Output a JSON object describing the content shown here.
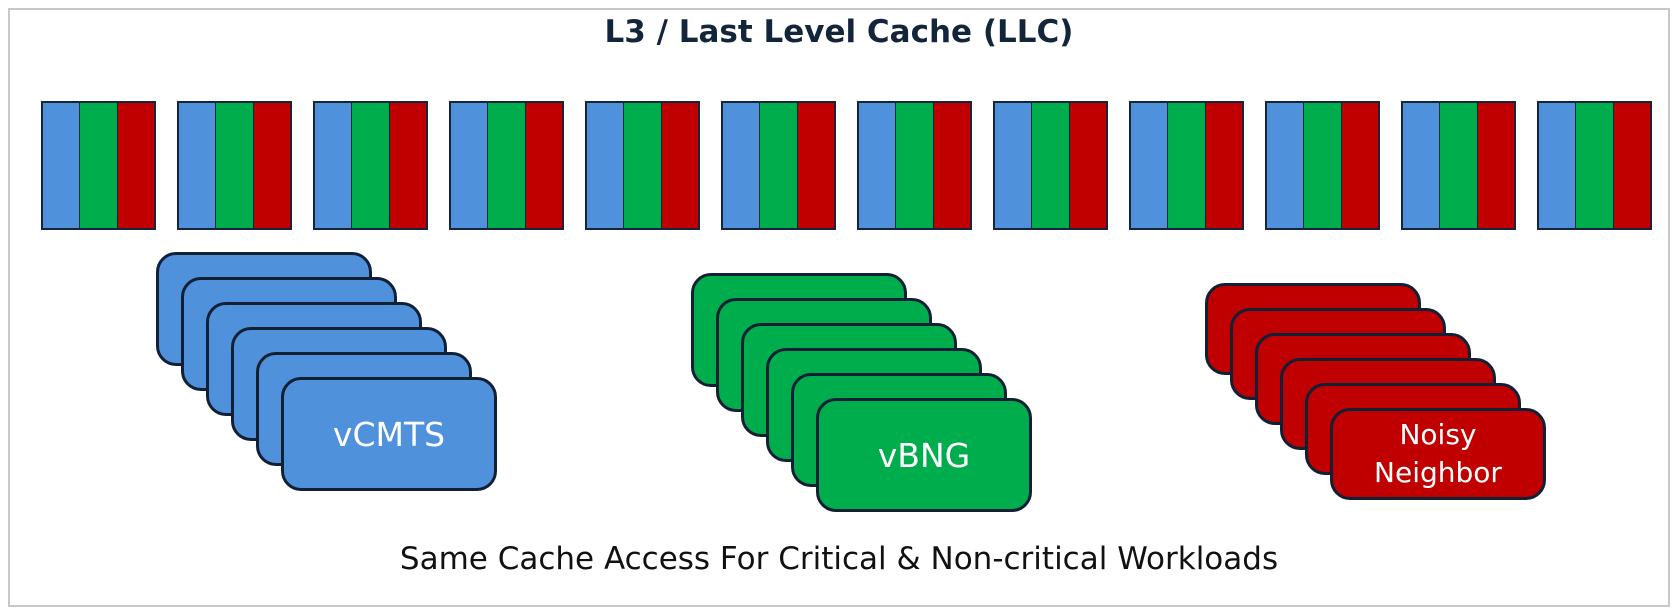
{
  "title": "L3 / Last Level Cache (LLC)",
  "cache_ways": 12,
  "way_colors": [
    "#4f91db",
    "#00ad4d",
    "#c00000"
  ],
  "workloads": [
    {
      "label": "vCMTS",
      "color": "#4f91db"
    },
    {
      "label": "vBNG",
      "color": "#00ad4d"
    },
    {
      "label": "Noisy Neighbor",
      "color": "#c00000"
    }
  ],
  "caption": "Same Cache Access For Critical & Non-critical Workloads"
}
